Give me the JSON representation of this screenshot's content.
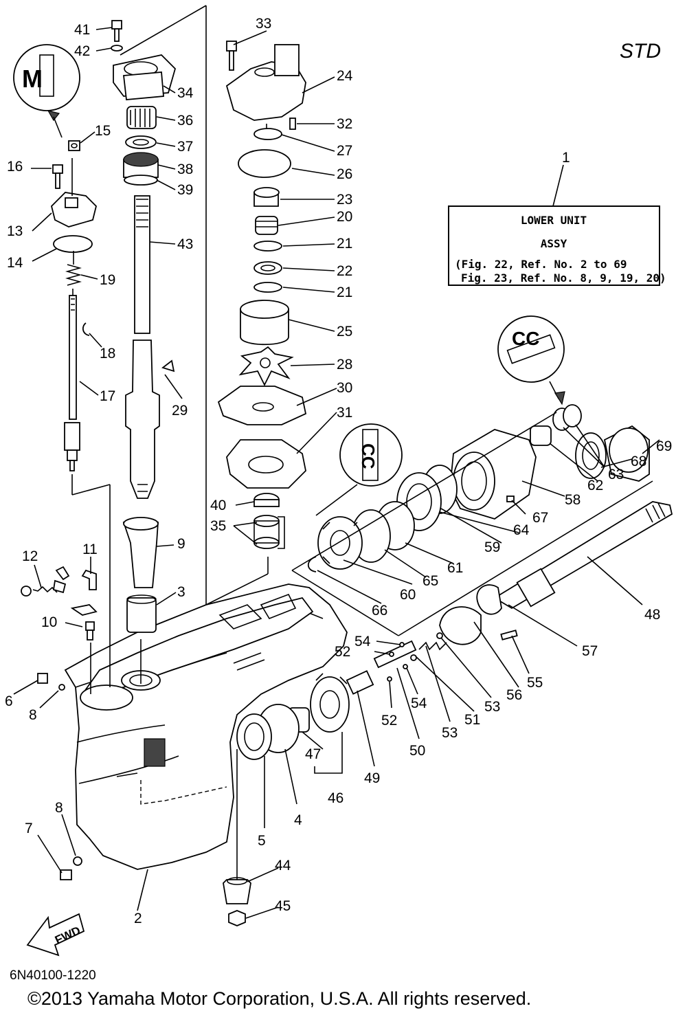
{
  "variant_label": "STD",
  "callouts": [
    "1",
    "2",
    "3",
    "4",
    "5",
    "6",
    "7",
    "8",
    "8b",
    "9",
    "10",
    "11",
    "12",
    "13",
    "14",
    "15",
    "16",
    "17",
    "18",
    "19",
    "20",
    "21",
    "21b",
    "22",
    "23",
    "24",
    "25",
    "26",
    "27",
    "28",
    "29",
    "30",
    "31",
    "32",
    "33",
    "34",
    "35",
    "36",
    "37",
    "38",
    "39",
    "40",
    "41",
    "42",
    "43",
    "44",
    "45",
    "46",
    "47",
    "48",
    "49",
    "50",
    "51",
    "52",
    "52b",
    "53",
    "53b",
    "54",
    "54b",
    "55",
    "56",
    "57",
    "58",
    "59",
    "60",
    "61",
    "62",
    "63",
    "64",
    "65",
    "66",
    "67",
    "68",
    "69"
  ],
  "labels": {
    "c1": "1",
    "c2": "2",
    "c3": "3",
    "c4": "4",
    "c5": "5",
    "c6": "6",
    "c7": "7",
    "c8": "8",
    "c8b": "8",
    "c9": "9",
    "c10": "10",
    "c11": "11",
    "c12": "12",
    "c13": "13",
    "c14": "14",
    "c15": "15",
    "c16": "16",
    "c17": "17",
    "c18": "18",
    "c19": "19",
    "c20": "20",
    "c21": "21",
    "c21b": "21",
    "c22": "22",
    "c23": "23",
    "c24": "24",
    "c25": "25",
    "c26": "26",
    "c27": "27",
    "c28": "28",
    "c29": "29",
    "c30": "30",
    "c31": "31",
    "c32": "32",
    "c33": "33",
    "c34": "34",
    "c35": "35",
    "c36": "36",
    "c37": "37",
    "c38": "38",
    "c39": "39",
    "c40": "40",
    "c41": "41",
    "c42": "42",
    "c43": "43",
    "c44": "44",
    "c45": "45",
    "c46": "46",
    "c47": "47",
    "c48": "48",
    "c49": "49",
    "c50": "50",
    "c51": "51",
    "c52": "52",
    "c52b": "52",
    "c53": "53",
    "c53b": "53",
    "c54": "54",
    "c54b": "54",
    "c55": "55",
    "c56": "56",
    "c57": "57",
    "c58": "58",
    "c59": "59",
    "c60": "60",
    "c61": "61",
    "c62": "62",
    "c63": "63",
    "c64": "64",
    "c65": "65",
    "c66": "66",
    "c67": "67",
    "c68": "68",
    "c69": "69"
  },
  "assy_box": {
    "line1": "LOWER UNIT",
    "line2": "ASSY",
    "line3": "(Fig. 22, Ref. No. 2 to 69",
    "line4": "Fig. 23, Ref. No. 8, 9, 19, 20)"
  },
  "inset_symbols": {
    "m": "M",
    "cc1": "CC",
    "cc2": "CC"
  },
  "fwd_label": "FWD",
  "diagram_code": "6N40100-1220",
  "copyright": "©2013 Yamaha Motor Corporation, U.S.A. All rights reserved."
}
